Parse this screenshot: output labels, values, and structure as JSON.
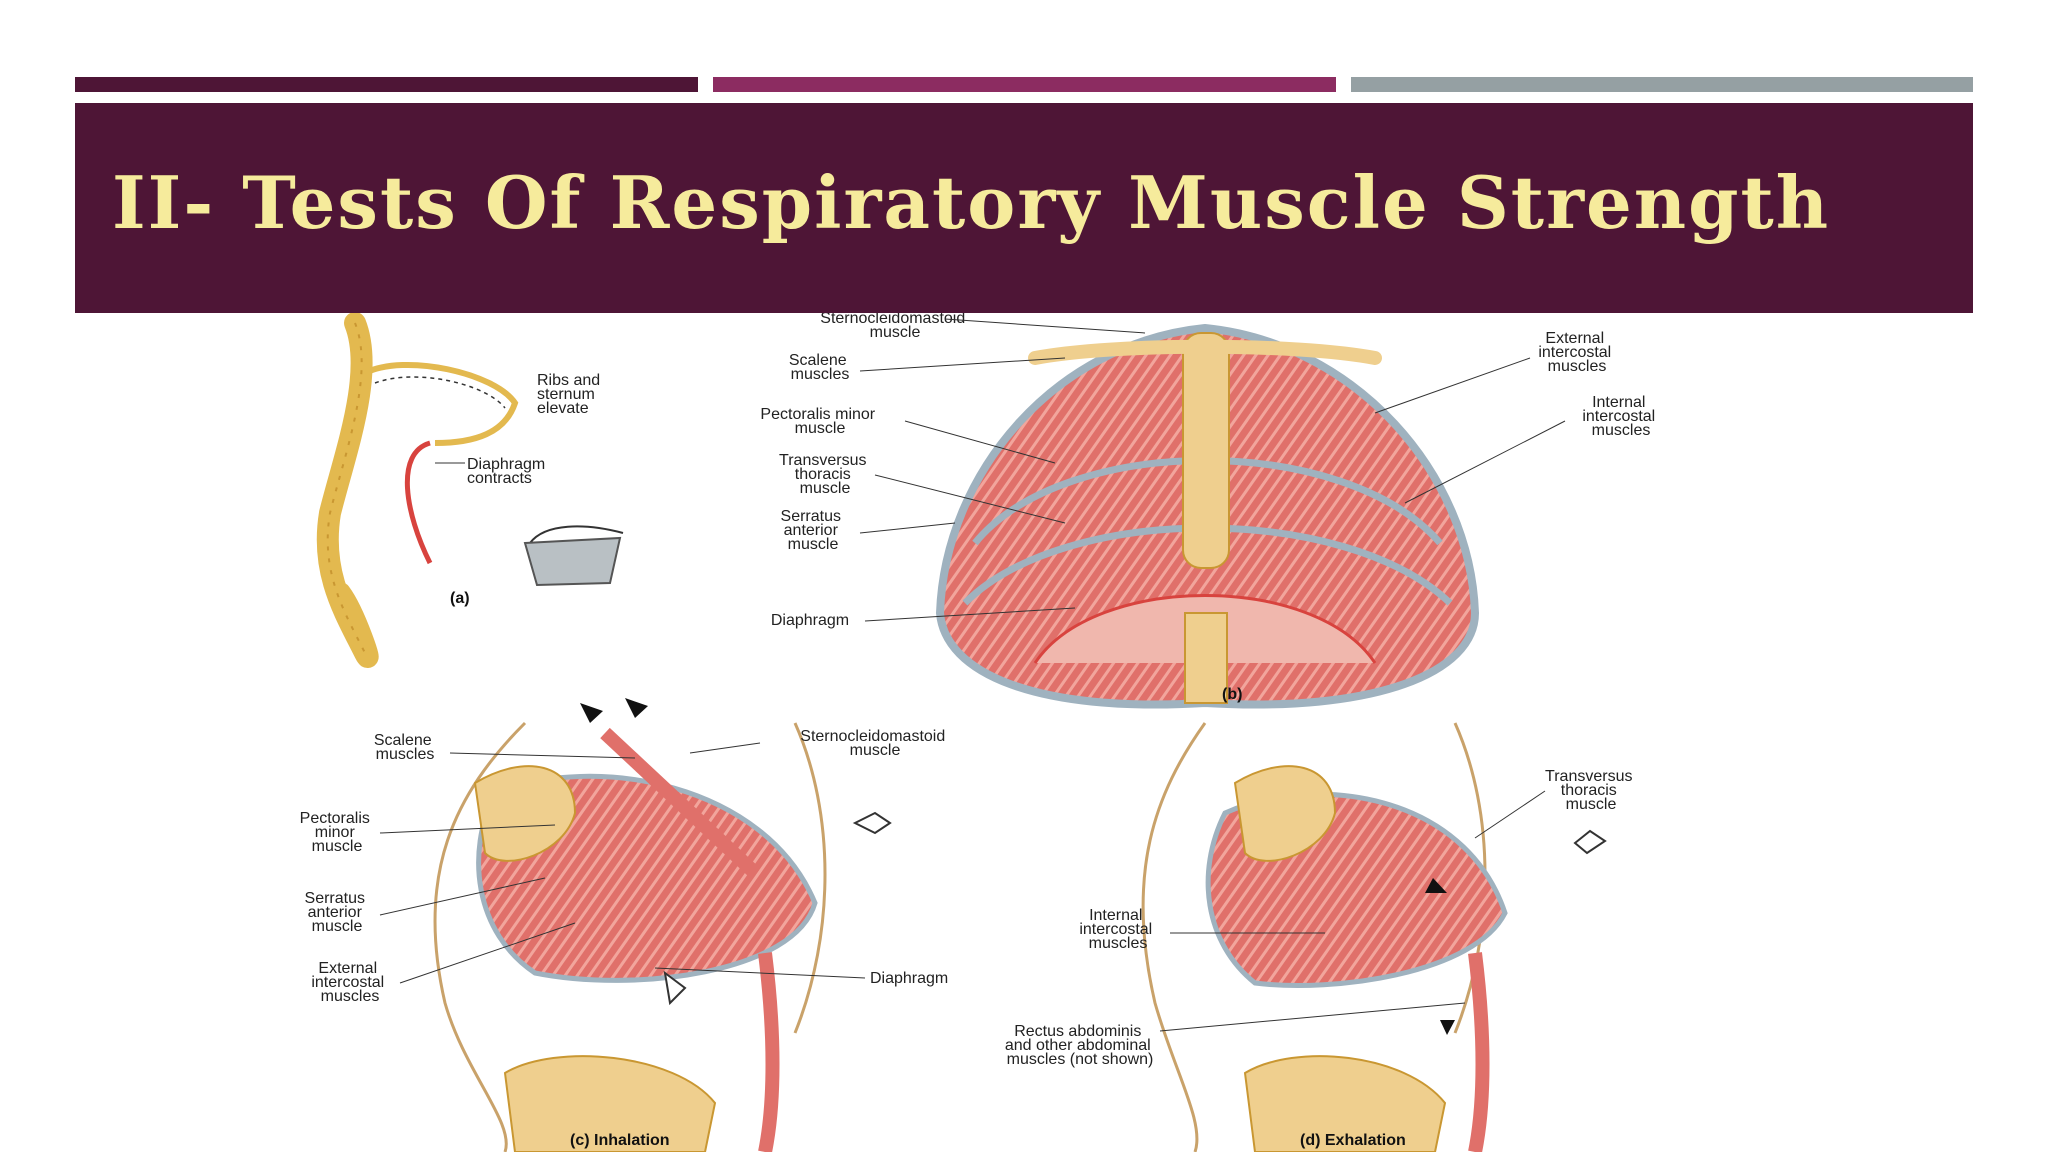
{
  "header": {
    "title": "II- Tests Of Respiratory Muscle Strength",
    "accent_bars": [
      "#4e1536",
      "#8c2c61",
      "#95a0a3"
    ],
    "band_color": "#4e1536",
    "title_color": "#f6eb9c"
  },
  "figure": {
    "a": {
      "ribs_label": [
        "Ribs and",
        "sternum",
        "elevate"
      ],
      "diaphragm_label": [
        "Diaphragm",
        "contracts"
      ],
      "caption": "(a)"
    },
    "b": {
      "scm": [
        "Sternocleidomastoid",
        "muscle"
      ],
      "scalene": [
        "Scalene",
        "muscles"
      ],
      "pec_minor": [
        "Pectoralis minor",
        "muscle"
      ],
      "transversus": [
        "Transversus",
        "thoracis",
        "muscle"
      ],
      "serratus": [
        "Serratus",
        "anterior",
        "muscle"
      ],
      "diaphragm": [
        "Diaphragm"
      ],
      "ext_intercostal": [
        "External",
        "intercostal",
        "muscles"
      ],
      "int_intercostal": [
        "Internal",
        "intercostal",
        "muscles"
      ],
      "caption": "(b)"
    },
    "c": {
      "scalene": [
        "Scalene",
        "muscles"
      ],
      "scm": [
        "Sternocleidomastoid",
        "muscle"
      ],
      "pec_minor": [
        "Pectoralis",
        "minor",
        "muscle"
      ],
      "serratus": [
        "Serratus",
        "anterior",
        "muscle"
      ],
      "ext_intercostal": [
        "External",
        "intercostal",
        "muscles"
      ],
      "diaphragm": [
        "Diaphragm"
      ],
      "caption": "(c) Inhalation"
    },
    "d": {
      "transversus": [
        "Transversus",
        "thoracis",
        "muscle"
      ],
      "int_intercostal": [
        "Internal",
        "intercostal",
        "muscles"
      ],
      "rectus": [
        "Rectus abdominis",
        "and other abdominal",
        "muscles (not shown)"
      ],
      "caption": "(d) Exhalation"
    }
  }
}
